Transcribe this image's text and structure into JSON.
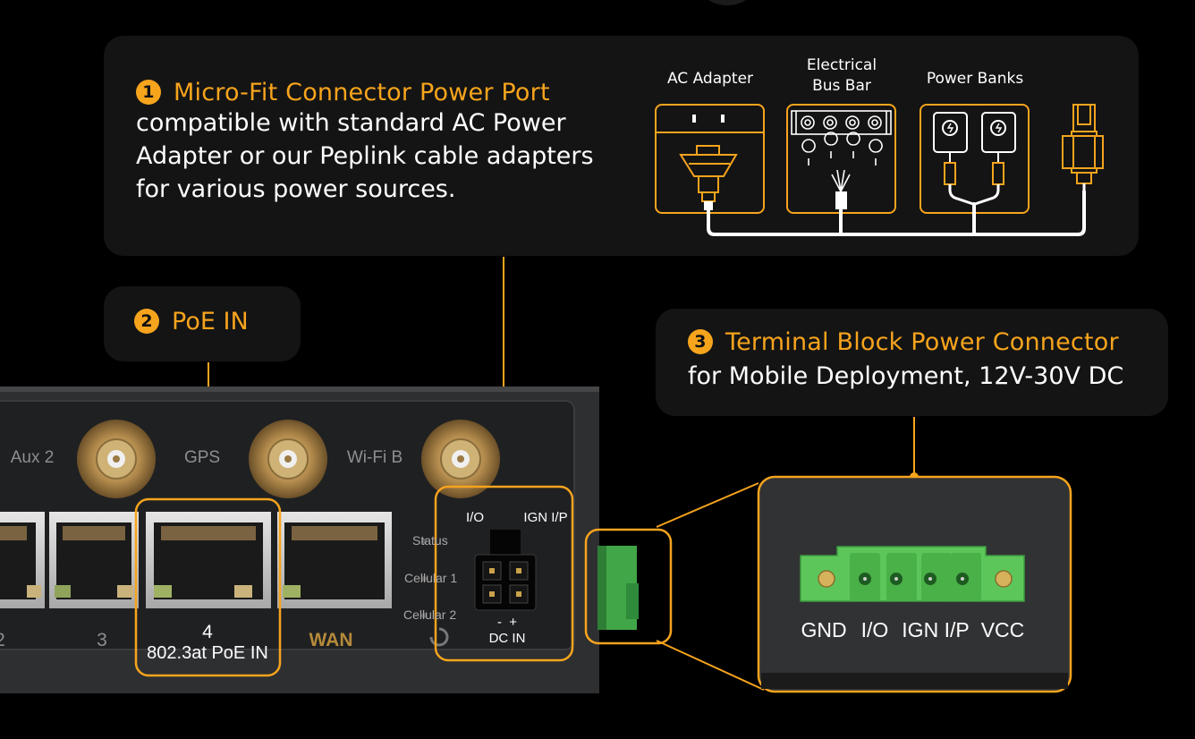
{
  "callout1": {
    "number": "1",
    "title": "Micro-Fit Connector Power Port",
    "lines": [
      "compatible with standard AC Power",
      "Adapter or our Peplink cable adapters",
      "for various power sources."
    ],
    "sources": {
      "ac_adapter": "AC Adapter",
      "bus_bar_line1": "Electrical",
      "bus_bar_line2": "Bus Bar",
      "power_banks": "Power Banks"
    }
  },
  "callout2": {
    "number": "2",
    "title": "PoE IN"
  },
  "callout3": {
    "number": "3",
    "title": "Terminal Block Power Connector",
    "subtitle": "for Mobile Deployment, 12V-30V DC"
  },
  "device": {
    "antenna_labels": {
      "aux2": "Aux 2",
      "gps": "GPS",
      "wifi_b": "Wi-Fi B"
    },
    "port_numbers": {
      "p2": "2",
      "p3": "3",
      "p4": "4",
      "wan": "WAN"
    },
    "poe_label": "802.3at PoE IN",
    "led_labels": {
      "status": "Status",
      "cellular1": "Cellular 1",
      "cellular2": "Cellular 2"
    },
    "dc_in": {
      "io": "I/O",
      "ign": "IGN I/P",
      "polarity": "-  +",
      "label": "DC IN"
    }
  },
  "terminal_block": {
    "labels": [
      "GND",
      "I/O",
      "IGN I/P",
      "VCC"
    ]
  },
  "colors": {
    "accent": "#f7a41d",
    "callout_bg": "#141414",
    "background": "#000000",
    "terminal_green": "#59c655"
  }
}
